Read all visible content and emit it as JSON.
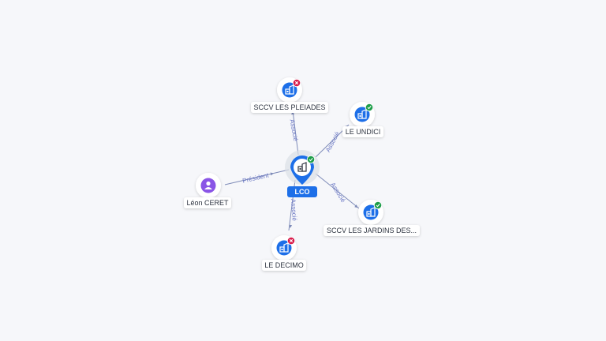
{
  "colors": {
    "company": "#1d6fe8",
    "person": "#8a55e6",
    "active": "#1e9e4a",
    "inactive": "#d81b4a",
    "edge": "#7e8bb8",
    "edge_label": "#6b78c4"
  },
  "center": {
    "label": "LCO",
    "icon": "building-icon",
    "status": "active"
  },
  "nodes": [
    {
      "id": "sccv-les-pleiades",
      "label": "SCCV LES PLEIADES",
      "type": "company",
      "icon": "building-icon",
      "status": "inactive"
    },
    {
      "id": "le-undici",
      "label": "LE UNDICI",
      "type": "company",
      "icon": "building-icon",
      "status": "active"
    },
    {
      "id": "sccv-les-jardins",
      "label": "SCCV LES JARDINS DES...",
      "type": "company",
      "icon": "building-icon",
      "status": "active"
    },
    {
      "id": "le-decimo",
      "label": "LE DECIMO",
      "type": "company",
      "icon": "building-icon",
      "status": "inactive"
    },
    {
      "id": "leon-ceret",
      "label": "Léon CERET",
      "type": "person",
      "icon": "person-icon",
      "status": "none"
    }
  ],
  "edges": [
    {
      "to": "sccv-les-pleiades",
      "label": "Associé"
    },
    {
      "to": "le-undici",
      "label": "Associé"
    },
    {
      "to": "sccv-les-jardins",
      "label": "Associé"
    },
    {
      "to": "le-decimo",
      "label": "Associé"
    },
    {
      "to": "leon-ceret",
      "label": "Président"
    }
  ]
}
